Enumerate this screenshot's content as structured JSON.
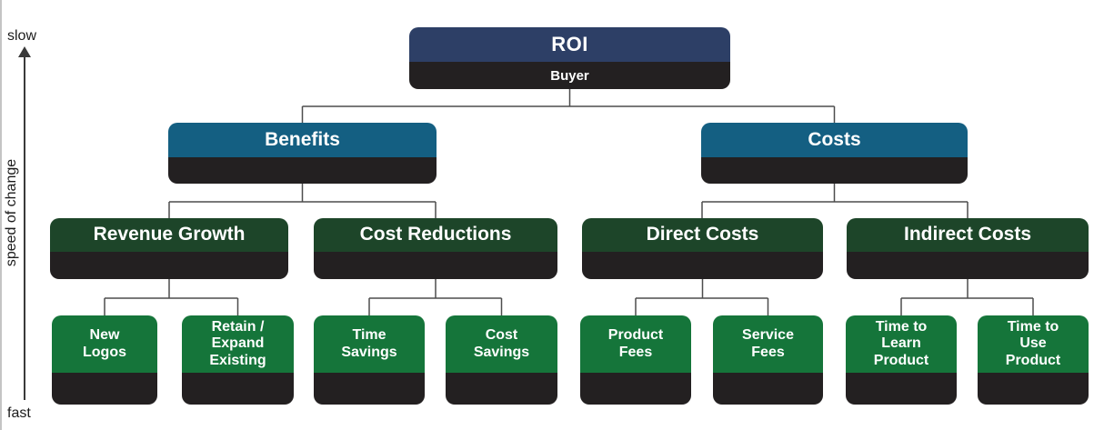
{
  "axis": {
    "top_label": "slow",
    "bottom_label": "fast",
    "title": "speed of change"
  },
  "colors": {
    "root_header": "#2d3f66",
    "level2_header": "#145f82",
    "level3_header": "#1d4529",
    "level4_header": "#15753a",
    "black_band": "#232021",
    "connector": "#4d4d4d",
    "text": "#ffffff"
  },
  "nodes": [
    {
      "id": "roi",
      "label": "ROI",
      "sublabel": "Buyer",
      "level": 1,
      "parent": null
    },
    {
      "id": "benefits",
      "label": "Benefits",
      "level": 2,
      "parent": "roi"
    },
    {
      "id": "costs",
      "label": "Costs",
      "level": 2,
      "parent": "roi"
    },
    {
      "id": "revenue-growth",
      "label": "Revenue Growth",
      "level": 3,
      "parent": "benefits"
    },
    {
      "id": "cost-reductions",
      "label": "Cost Reductions",
      "level": 3,
      "parent": "benefits"
    },
    {
      "id": "direct-costs",
      "label": "Direct Costs",
      "level": 3,
      "parent": "costs"
    },
    {
      "id": "indirect-costs",
      "label": "Indirect Costs",
      "level": 3,
      "parent": "costs"
    },
    {
      "id": "new-logos",
      "label": "New\nLogos",
      "level": 4,
      "parent": "revenue-growth"
    },
    {
      "id": "retain-expand-existing",
      "label": "Retain /\nExpand\nExisting",
      "level": 4,
      "parent": "revenue-growth"
    },
    {
      "id": "time-savings",
      "label": "Time\nSavings",
      "level": 4,
      "parent": "cost-reductions"
    },
    {
      "id": "cost-savings",
      "label": "Cost\nSavings",
      "level": 4,
      "parent": "cost-reductions"
    },
    {
      "id": "product-fees",
      "label": "Product\nFees",
      "level": 4,
      "parent": "direct-costs"
    },
    {
      "id": "service-fees",
      "label": "Service\nFees",
      "level": 4,
      "parent": "direct-costs"
    },
    {
      "id": "time-to-learn-product",
      "label": "Time to\nLearn\nProduct",
      "level": 4,
      "parent": "indirect-costs"
    },
    {
      "id": "time-to-use-product",
      "label": "Time to\nUse\nProduct",
      "level": 4,
      "parent": "indirect-costs"
    }
  ]
}
